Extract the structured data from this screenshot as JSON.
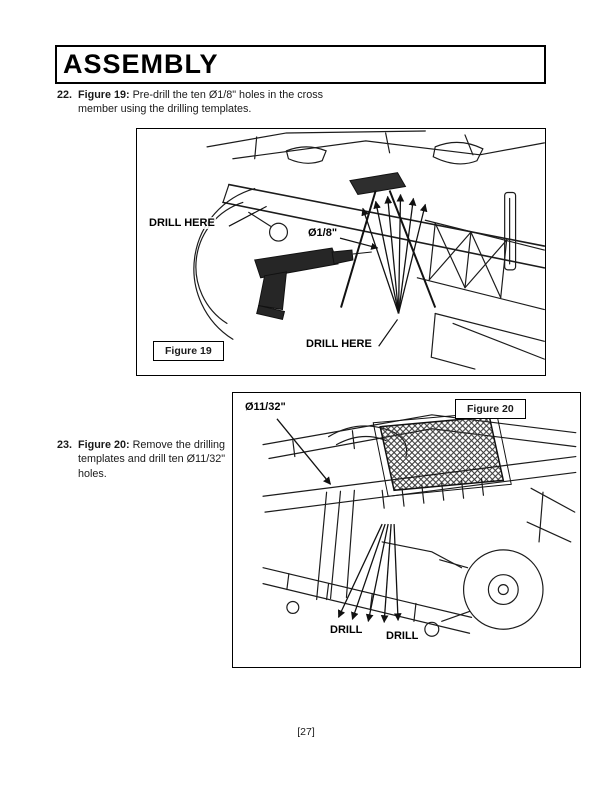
{
  "page": {
    "header": "ASSEMBLY",
    "number": "[27]"
  },
  "steps": {
    "s22": {
      "num": "22.",
      "lead": "Figure 19:",
      "body": "Pre-drill the ten Ø1/8\" holes in the cross member using the drilling templates."
    },
    "s23": {
      "num": "23.",
      "lead": "Figure 20:",
      "body": "Remove the drilling templates and drill ten Ø11/32\" holes."
    }
  },
  "figure19": {
    "caption": "Figure 19",
    "labels": {
      "drill_here_left": "DRILL HERE",
      "diameter": "Ø1/8\"",
      "drill_here_bottom": "DRILL HERE"
    }
  },
  "figure20": {
    "caption": "Figure 20",
    "labels": {
      "diameter": "Ø11/32\"",
      "drill_left": "DRILL",
      "drill_right": "DRILL"
    }
  }
}
